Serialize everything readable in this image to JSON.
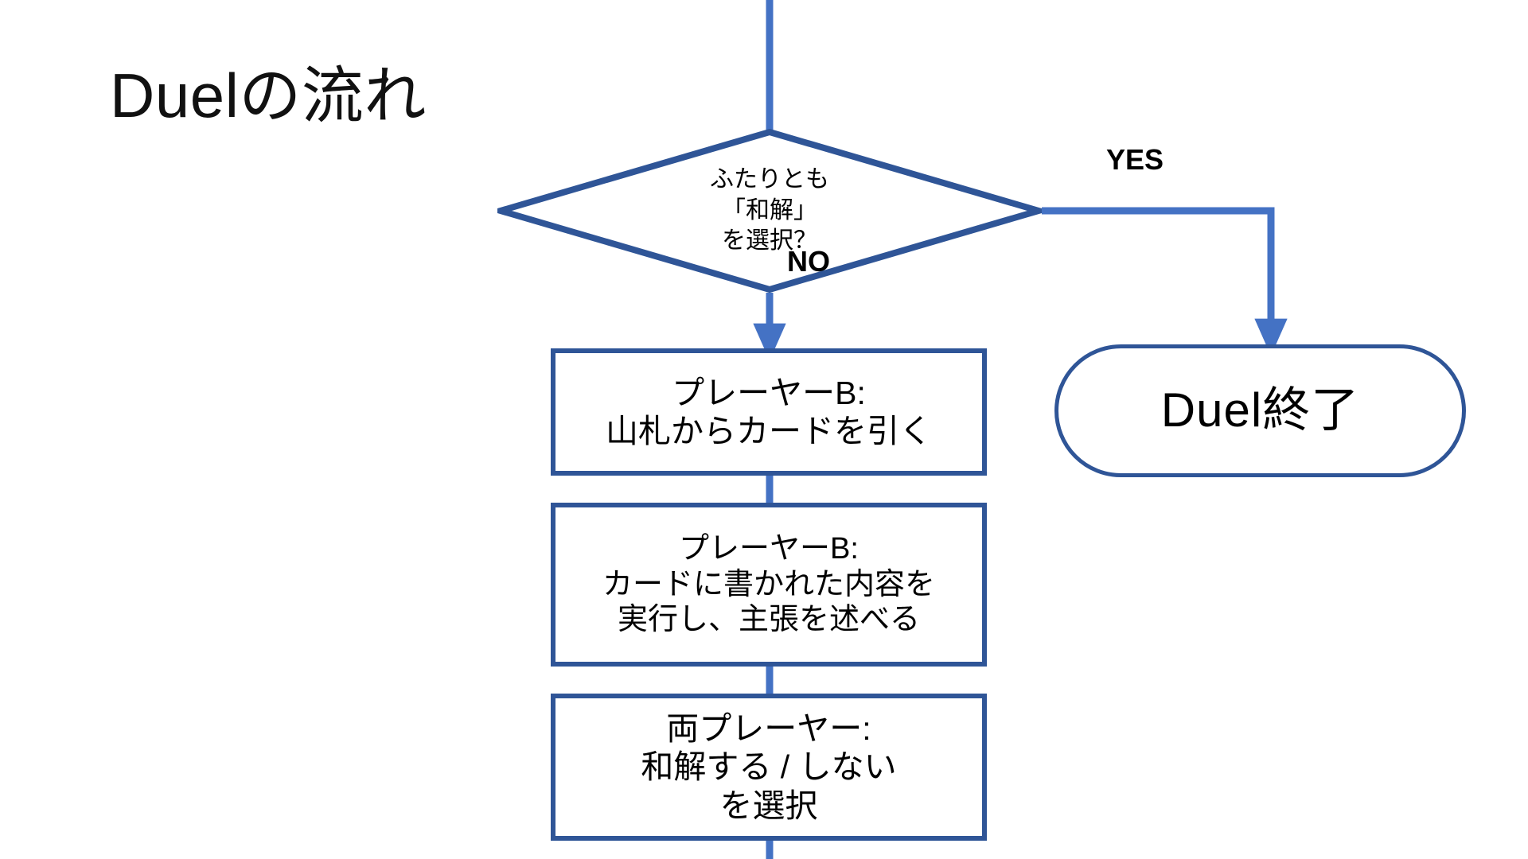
{
  "slide": {
    "title": "Duelの流れ",
    "background": "#ffffff"
  },
  "colors": {
    "connector_blue": "#4472c4",
    "shape_outline": "#2f5597",
    "text": "#000000",
    "shape_fill": "#ffffff"
  },
  "diagram": {
    "type": "flowchart",
    "orientation": "top-to-bottom",
    "nodes": [
      {
        "id": "decision-reconcile",
        "shape": "diamond",
        "text": "ふたりとも\n「和解」\nを選択？",
        "lines": [
          "ふたりとも",
          "「和解」",
          "を選択？"
        ]
      },
      {
        "id": "end-duel",
        "shape": "stadium",
        "text": "Duel終了",
        "lines": [
          "Duel終了"
        ]
      },
      {
        "id": "player-b-draw",
        "shape": "rectangle",
        "text": "プレーヤーB:\n山札からカードを引く",
        "lines": [
          "プレーヤーB:",
          "山札からカードを引く"
        ]
      },
      {
        "id": "player-b-play",
        "shape": "rectangle",
        "text": "プレーヤーB:\nカードに書かれた内容を\n実行し、主張を述べる",
        "lines": [
          "プレーヤーB:",
          "カードに書かれた内容を",
          "実行し、主張を述べる"
        ]
      },
      {
        "id": "both-players-choose",
        "shape": "rectangle",
        "text": "両プレーヤー:\n和解する / しない\nを選択",
        "lines": [
          "両プレーヤー:",
          "和解する / しない",
          "を選択"
        ]
      }
    ],
    "edges": [
      {
        "id": "edge-in-top",
        "from": "(off-slide above)",
        "to": "decision-reconcile",
        "label": "",
        "arrow": false
      },
      {
        "id": "edge-yes",
        "from": "decision-reconcile",
        "to": "end-duel",
        "label": "YES",
        "arrow": true
      },
      {
        "id": "edge-no",
        "from": "decision-reconcile",
        "to": "player-b-draw",
        "label": "NO",
        "arrow": true
      },
      {
        "id": "edge-draw-play",
        "from": "player-b-draw",
        "to": "player-b-play",
        "label": "",
        "arrow": false
      },
      {
        "id": "edge-play-choose",
        "from": "player-b-play",
        "to": "both-players-choose",
        "label": "",
        "arrow": false
      },
      {
        "id": "edge-out-bottom",
        "from": "both-players-choose",
        "to": "(off-slide below)",
        "label": "",
        "arrow": false
      }
    ],
    "labels": {
      "yes": "YES",
      "no": "NO"
    }
  }
}
